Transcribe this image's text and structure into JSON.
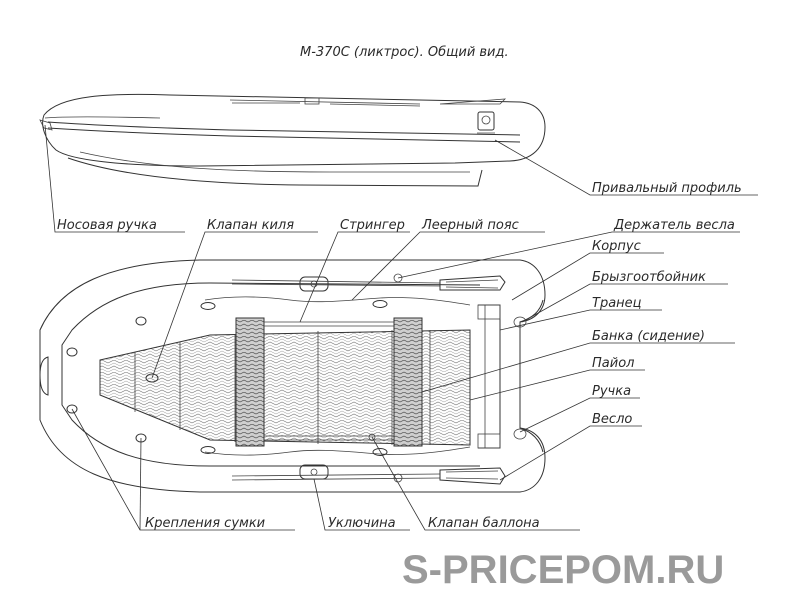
{
  "title": "М-370С (ликтрос). Общий вид.",
  "labels": {
    "privalny_profil": "Привальный профиль",
    "nosovaya_ruchka": "Носовая ручка",
    "klapan_kilya": "Клапан киля",
    "stringer": "Стрингер",
    "leerny_poyas": "Леерный пояс",
    "derzhatel_vesla": "Держатель весла",
    "korpus": "Корпус",
    "bryzgootboynik": "Брызгоотбойник",
    "tranets": "Транец",
    "banka": "Банка (сидение)",
    "payol": "Пайол",
    "ruchka": "Ручка",
    "veslo": "Весло",
    "krepleniya_sumki": "Крепления сумки",
    "uklyuchina": "Уключина",
    "klapan_ballona": "Клапан баллона"
  },
  "watermark": "S-PRICEPOM.RU"
}
